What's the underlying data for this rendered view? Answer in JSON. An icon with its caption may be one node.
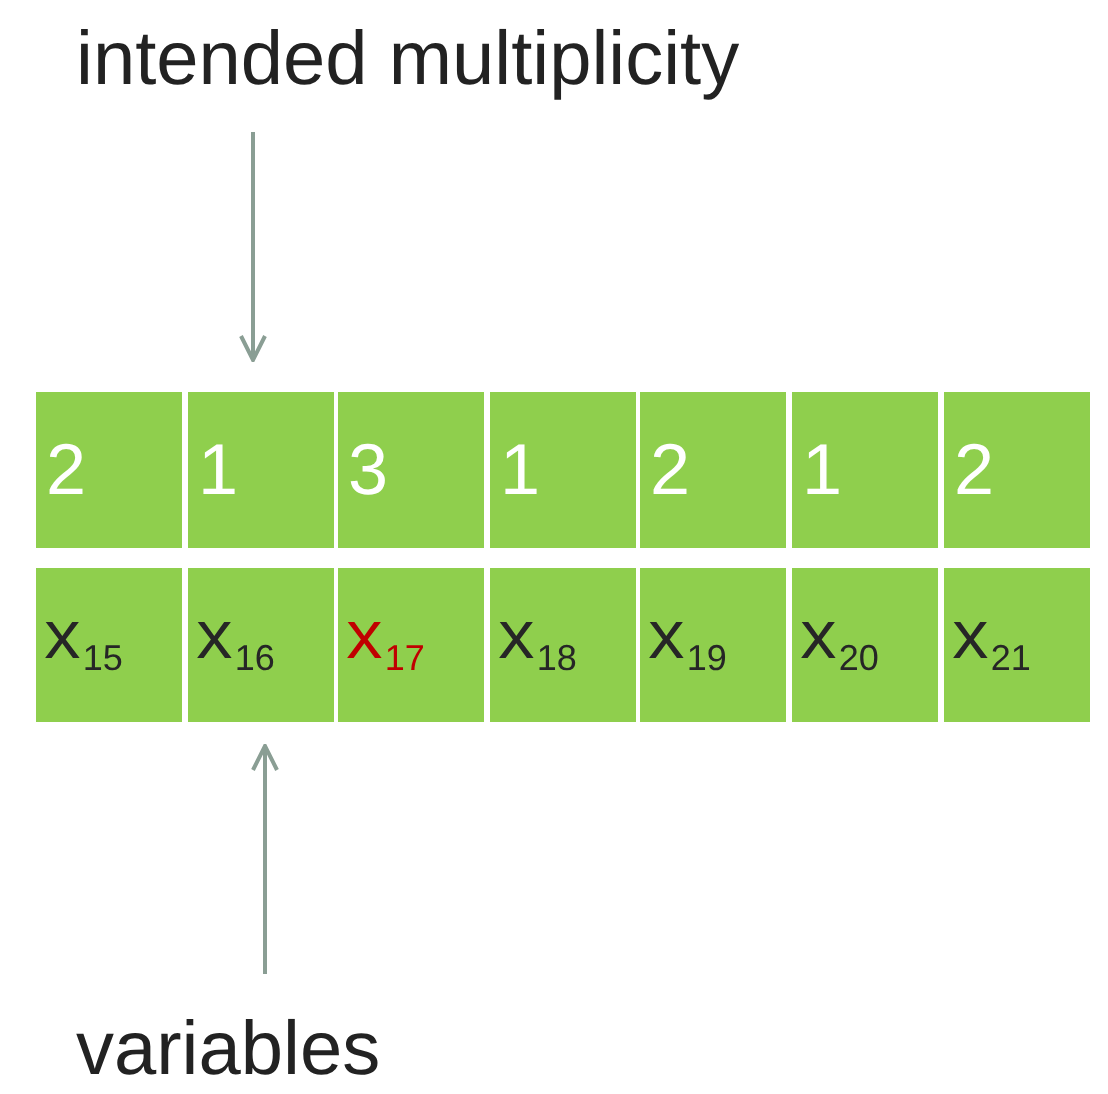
{
  "diagram": {
    "nodes": [
      {
        "text": [
          "intended multiplicity"
        ]
      },
      {
        "text": [
          "2"
        ]
      },
      {
        "text": [
          "1"
        ]
      },
      {
        "text": [
          "3"
        ]
      },
      {
        "text": [
          "1"
        ]
      },
      {
        "text": [
          "2"
        ]
      },
      {
        "text": [
          "1"
        ]
      },
      {
        "text": [
          "2"
        ]
      },
      {
        "text": [
          "x$_{15}$"
        ]
      },
      {
        "text": [
          "x$_{16}$"
        ]
      },
      {
        "text": [
          "x$_{17}$"
        ]
      },
      {
        "text": [
          "x$_{18}$"
        ]
      },
      {
        "text": [
          "x$_{19}$"
        ]
      },
      {
        "text": [
          "x$_{20}$"
        ]
      },
      {
        "text": [
          "x$_{21}$"
        ]
      },
      {
        "text": [
          "variables"
        ]
      }
    ],
    "edges": [
      {
        "from": 0,
        "to": 2,
        "arrow": "to"
      },
      {
        "from": 15,
        "to": 9,
        "arrow": "to"
      }
    ]
  }
}
